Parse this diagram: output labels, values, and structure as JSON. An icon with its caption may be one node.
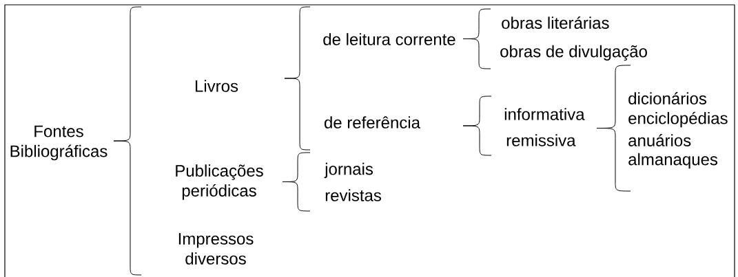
{
  "diagram": {
    "nodes": [
      {
        "text": [
          "Fontes Bibliográficas"
        ]
      },
      {
        "text": [
          "Livros"
        ]
      },
      {
        "text": [
          "Publicações periódicas"
        ]
      },
      {
        "text": [
          "Impressos diversos"
        ]
      },
      {
        "text": [
          "de leitura corrente"
        ]
      },
      {
        "text": [
          "de referência"
        ]
      },
      {
        "text": [
          "jornais"
        ]
      },
      {
        "text": [
          "revistas"
        ]
      },
      {
        "text": [
          "obras literárias"
        ]
      },
      {
        "text": [
          "obras de divulgação"
        ]
      },
      {
        "text": [
          "informativa"
        ]
      },
      {
        "text": [
          "remissiva"
        ]
      },
      {
        "text": [
          "dicionários"
        ]
      },
      {
        "text": [
          "enciclopédias"
        ]
      },
      {
        "text": [
          "anuários"
        ]
      },
      {
        "text": [
          "almanaques"
        ]
      }
    ]
  }
}
